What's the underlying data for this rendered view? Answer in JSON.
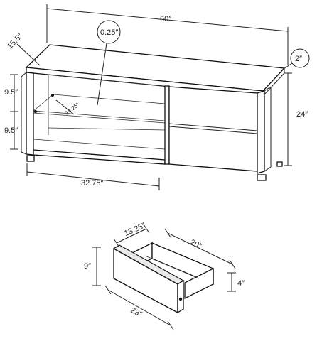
{
  "tv_stand": {
    "width": "60″",
    "depth": "15.5″",
    "height": "24″",
    "shelf_height_upper": "9.5″",
    "shelf_height_lower": "9.5″",
    "glass_thickness": "0.25″",
    "top_thickness": "2″",
    "glass_shelf_depth": "14.25″",
    "open_section_width": "32.75″"
  },
  "drawer": {
    "depth": "13.25″",
    "inner_width": "20″",
    "front_height": "9″",
    "side_height": "4″",
    "front_width": "23″"
  }
}
